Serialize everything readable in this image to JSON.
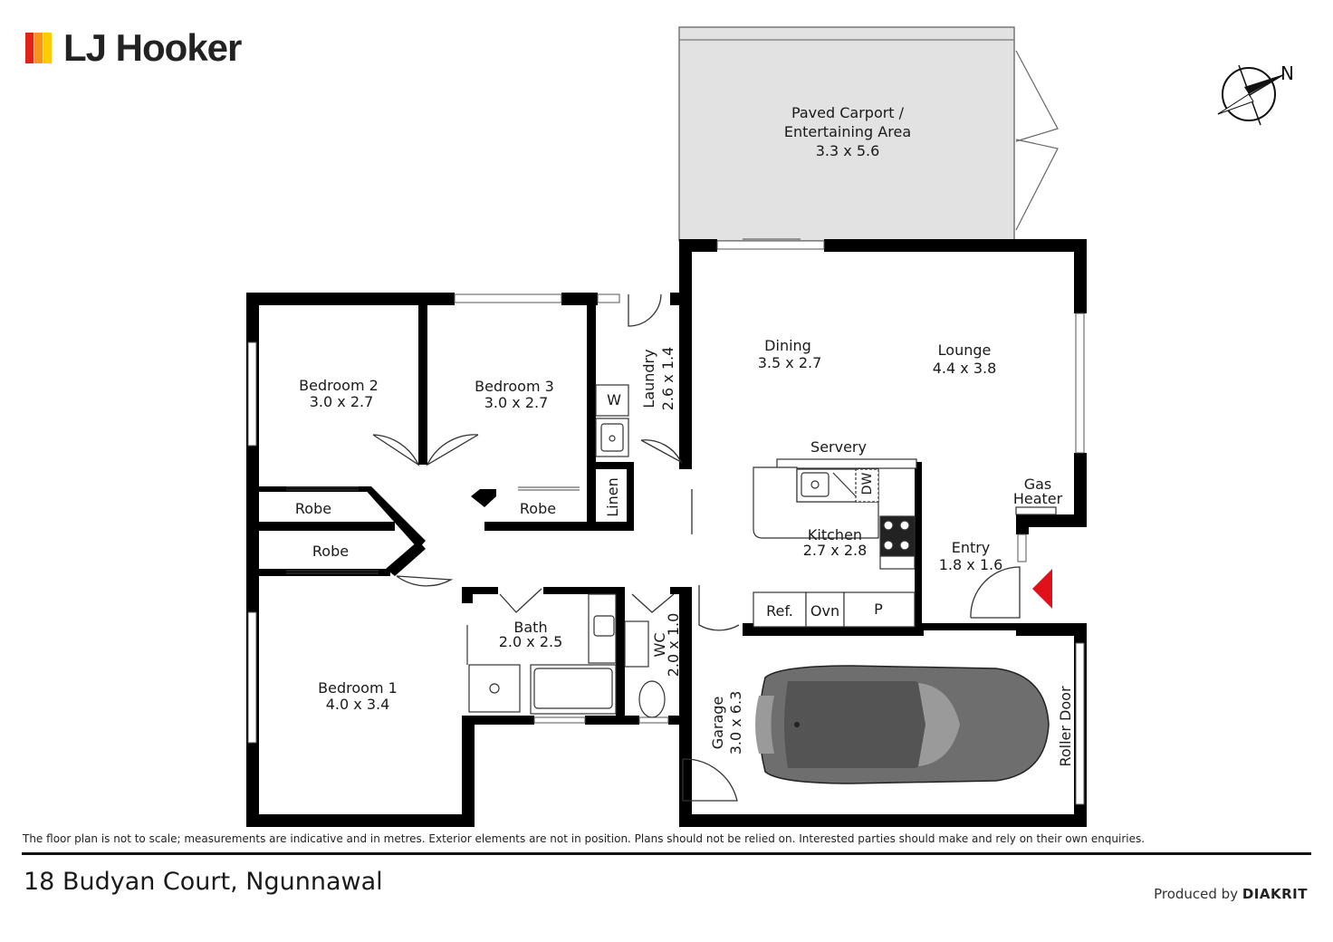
{
  "brand": {
    "name": "LJ Hooker",
    "colors": {
      "red": "#e2231a",
      "orange": "#f7941d",
      "yellow": "#ffcb05"
    }
  },
  "compass": {
    "north_label": "N"
  },
  "rooms": {
    "carport": {
      "line1": "Paved Carport /",
      "line2": "Entertaining Area",
      "dims": "3.3 x 5.6"
    },
    "dining": {
      "name": "Dining",
      "dims": "3.5 x 2.7"
    },
    "lounge": {
      "name": "Lounge",
      "dims": "4.4 x 3.8"
    },
    "bedroom2": {
      "name": "Bedroom 2",
      "dims": "3.0 x 2.7"
    },
    "bedroom3": {
      "name": "Bedroom 3",
      "dims": "3.0 x 2.7"
    },
    "laundry": {
      "name": "Laundry",
      "dims": "2.6 x 1.4"
    },
    "bedroom1": {
      "name": "Bedroom 1",
      "dims": "4.0 x 3.4"
    },
    "bath": {
      "name": "Bath",
      "dims": "2.0 x 2.5"
    },
    "wc": {
      "name": "WC",
      "dims": "2.0 x 1.0"
    },
    "kitchen": {
      "name": "Kitchen",
      "dims": "2.7 x 2.8"
    },
    "entry": {
      "name": "Entry",
      "dims": "1.8 x 1.6"
    },
    "garage": {
      "name": "Garage",
      "dims": "3.0 x 6.3"
    }
  },
  "fixtures": {
    "robe": "Robe",
    "w": "W",
    "linen": "Linen",
    "servery": "Servery",
    "dw": "DW",
    "gas_heater_line1": "Gas",
    "gas_heater_line2": "Heater",
    "ref": "Ref.",
    "ovn": "Ovn",
    "p": "P",
    "roller_door": "Roller Door"
  },
  "colors": {
    "wall": "#000000",
    "carport_fill": "#e2e2e2",
    "entry_marker": "#e0111b",
    "car_body": "#6f6f6f",
    "car_glass": "#9a9a9a"
  },
  "disclaimer": "The floor plan is not to scale; measurements are indicative and in metres. Exterior elements are not in position. Plans should not be relied on. Interested parties should make and rely on their own enquiries.",
  "address": "18 Budyan Court, Ngunnawal",
  "producer": {
    "prefix": "Produced by",
    "name": "DIAKRIT"
  }
}
